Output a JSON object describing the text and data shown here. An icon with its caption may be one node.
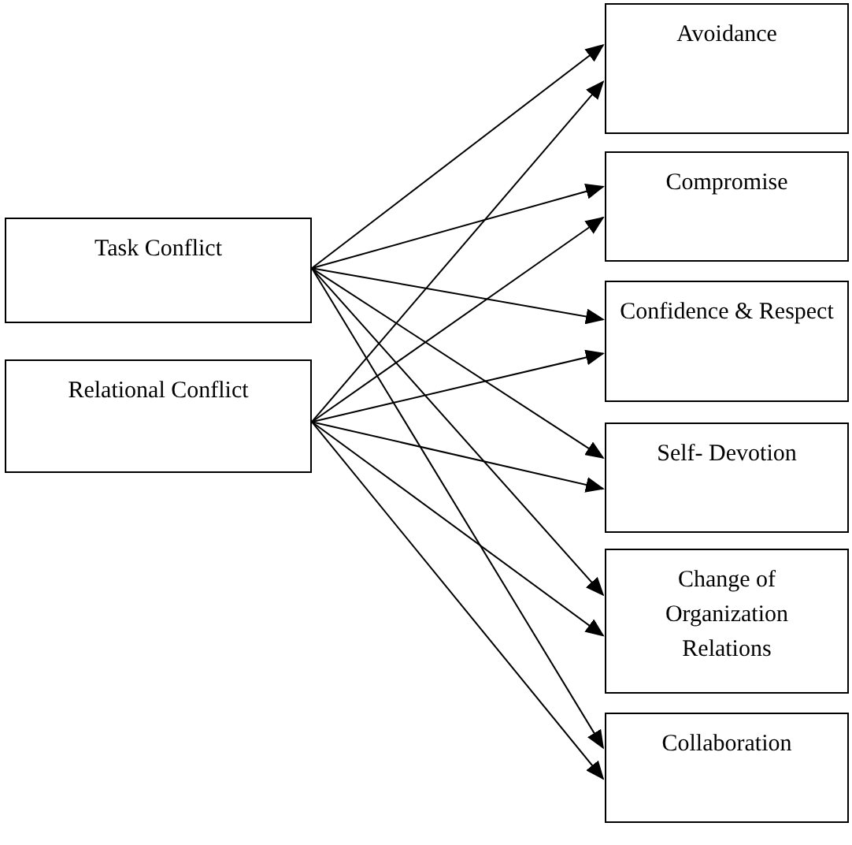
{
  "diagram": {
    "nodes": [
      {
        "text": [
          "Task Conflict"
        ]
      },
      {
        "text": [
          "Relational Conflict"
        ]
      },
      {
        "text": [
          "Avoidance"
        ]
      },
      {
        "text": [
          "Compromise"
        ]
      },
      {
        "text": [
          "Confidence & Respect"
        ]
      },
      {
        "text": [
          "Self- Devotion"
        ]
      },
      {
        "text": [
          "Change of Organization Relations"
        ]
      },
      {
        "text": [
          "Collaboration"
        ]
      }
    ],
    "edges": [
      {
        "from": 0,
        "to": 2,
        "arrow": "to"
      },
      {
        "from": 0,
        "to": 3,
        "arrow": "to"
      },
      {
        "from": 0,
        "to": 4,
        "arrow": "to"
      },
      {
        "from": 0,
        "to": 5,
        "arrow": "to"
      },
      {
        "from": 0,
        "to": 6,
        "arrow": "to"
      },
      {
        "from": 0,
        "to": 7,
        "arrow": "to"
      },
      {
        "from": 1,
        "to": 2,
        "arrow": "to"
      },
      {
        "from": 1,
        "to": 3,
        "arrow": "to"
      },
      {
        "from": 1,
        "to": 4,
        "arrow": "to"
      },
      {
        "from": 1,
        "to": 5,
        "arrow": "to"
      },
      {
        "from": 1,
        "to": 6,
        "arrow": "to"
      },
      {
        "from": 1,
        "to": 7,
        "arrow": "to"
      }
    ]
  }
}
